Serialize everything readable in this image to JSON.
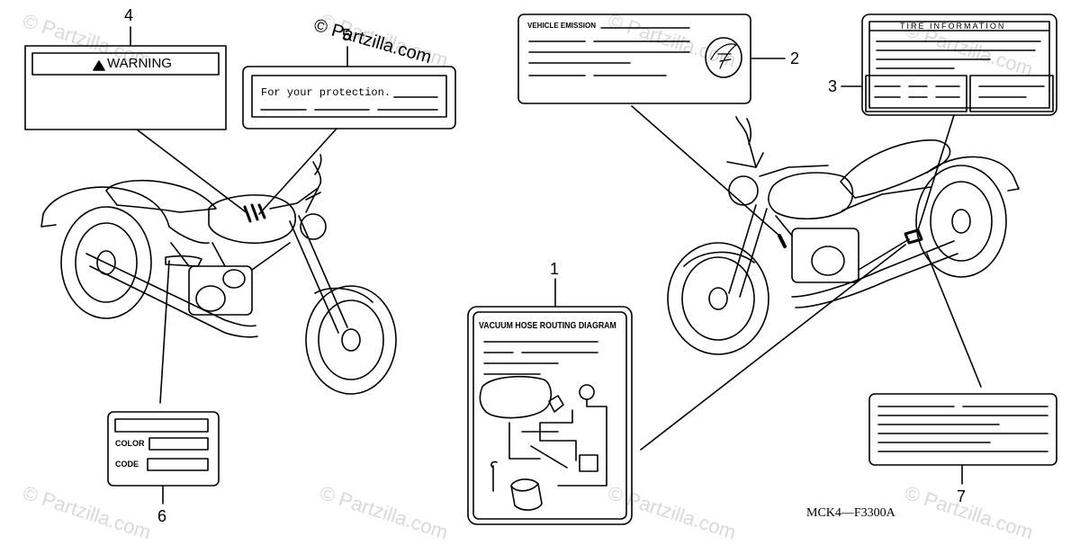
{
  "watermark": "© Partzilla.com",
  "copyright": "© Partzilla.com",
  "diagram_code": "MCK4—F3300A",
  "callouts": {
    "c1": "1",
    "c2": "2",
    "c3": "3",
    "c4": "4",
    "c5": "5",
    "c6": "6",
    "c7": "7"
  },
  "labels": {
    "warning": "WARNING",
    "protection": "For your protection.",
    "vehicle_emission": "VEHICLE EMISSION",
    "tire_information": "TIRE INFORMATION",
    "vacuum": "VACUUM HOSE ROUTING DIAGRAM",
    "color": "COLOR",
    "code": "CODE"
  },
  "colors": {
    "ink": "#000000",
    "watermark": "#d9d9d9",
    "background": "#ffffff"
  }
}
